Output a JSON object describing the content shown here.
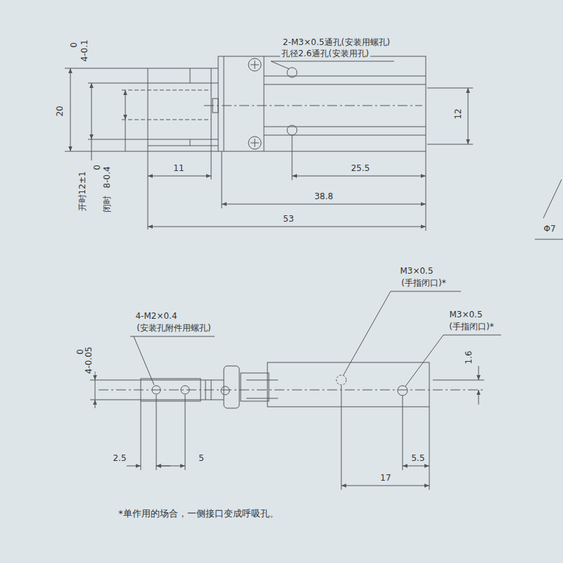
{
  "diagram": {
    "labels": [
      "2-M3×0.5通孔(安装用螺孔)",
      "孔径2.6通孔(安装用孔)",
      "0",
      "4-0.1",
      "20",
      "开时12±1",
      "闭时",
      "0",
      "8-0.4",
      "11",
      "25.5",
      "38.8",
      "53",
      "12",
      "Φ7",
      "4-M2×0.4",
      "(安装孔附件用螺孔)",
      "0",
      "4-0.05",
      "M3×0.5",
      "(手指闭口)*",
      "M3×0.5",
      "(手指闭口)*",
      "1.6",
      "2.5",
      "5",
      "5.5",
      "17",
      "*单作用的场合，一侧接口变成呼吸孔。"
    ]
  }
}
